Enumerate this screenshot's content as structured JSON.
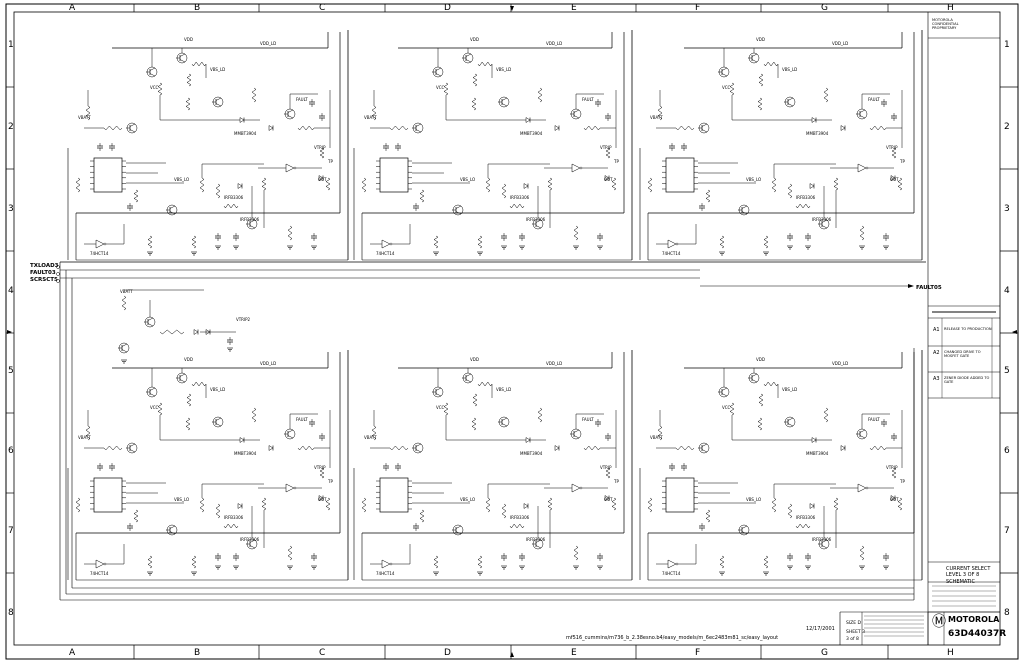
{
  "sheet": {
    "columns": [
      "A",
      "B",
      "C",
      "D",
      "E",
      "F",
      "G",
      "H"
    ],
    "rows": [
      "1",
      "2",
      "3",
      "4",
      "5",
      "6",
      "7",
      "8"
    ]
  },
  "signals": {
    "in_left": [
      "TXLOAD3",
      "FAULT03",
      "SCRSCT5"
    ],
    "out_right": "FAULT05"
  },
  "component_labels": {
    "vbatt": "VBATT",
    "vdd": "VDD",
    "vdd_ld": "VDD_LD",
    "fault": "FAULT",
    "vcc": "VCC",
    "vtrip": "VTRIP",
    "vtrip2": "VTRIP2",
    "vbs_ld": "VBS_LD",
    "vbs_lo": "VBS_LO",
    "tp": "TP",
    "irfb": "IRFB3306",
    "buf": "MMBT3904",
    "nch": "74HCT14",
    "out": "OUT"
  },
  "right_notes": {
    "header": [
      "MOTOROLA",
      "CONFIDENTIAL",
      "PROPRIETARY"
    ],
    "rev_table": [
      {
        "rev": "A1",
        "text": "RELEASE TO PRODUCTION"
      },
      {
        "rev": "A2",
        "text": "CHANGED DRIVE TO MOSFET GATE"
      },
      {
        "rev": "A3",
        "text": "ZENER DIODE ADDED TO GATE"
      }
    ],
    "title_block": [
      "CURRENT SELECT",
      "LEVEL 3 OF 8",
      "SCHEMATIC"
    ]
  },
  "footer": {
    "date": "12/17/2001",
    "path": "mf516_cummins/m736_b_2.38esno.b4/easy_models/m_6ec2483m81_sc/easy_layout",
    "size": "SIZE D",
    "sheet": "SHEET 3",
    "of": "3 of 8",
    "company": "MOTOROLA",
    "drawing_number": "63D44037R"
  },
  "colors": {
    "line": "#000000",
    "paper": "#ffffff"
  }
}
